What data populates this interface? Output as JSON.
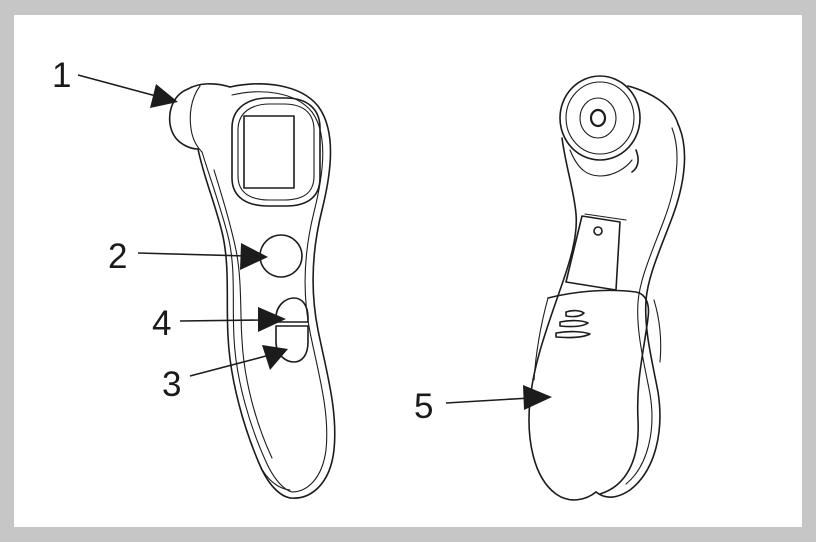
{
  "figure": {
    "frame_color": "#c6c6c6",
    "panel_color": "#ffffff",
    "line_color": "#1c1c1c"
  },
  "callouts": {
    "c1": "1",
    "c2": "2",
    "c3": "3",
    "c4": "4",
    "c5": "5"
  }
}
